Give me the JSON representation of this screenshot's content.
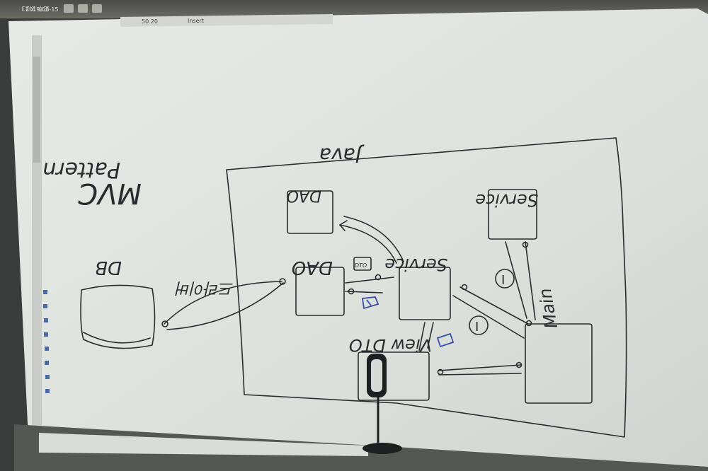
{
  "top_bar": {
    "clock": "오후 2:23",
    "date": "2019-08-15",
    "insert_label": "Insert",
    "zoom": "50 20"
  },
  "board": {
    "title_mvc": "MVC",
    "title_pattern": "Pattern",
    "java_label": "Java",
    "db_label": "DB",
    "dao_label_top": "DAO",
    "dao_label_mid": "DAO",
    "service_label_right": "Service",
    "service_label_mid": "Service",
    "main_label": "Main",
    "view_dto_label": "View DTO",
    "korean_label": "드라이버",
    "dto_tag": "DTO",
    "i_badge_1": "I",
    "i_badge_2": "I"
  },
  "colors": {
    "whiteboard": "#dfe2dd",
    "marker": "#2a2b2e",
    "blue_marker": "#3a4fa8",
    "frame": "#bfc4c4"
  }
}
